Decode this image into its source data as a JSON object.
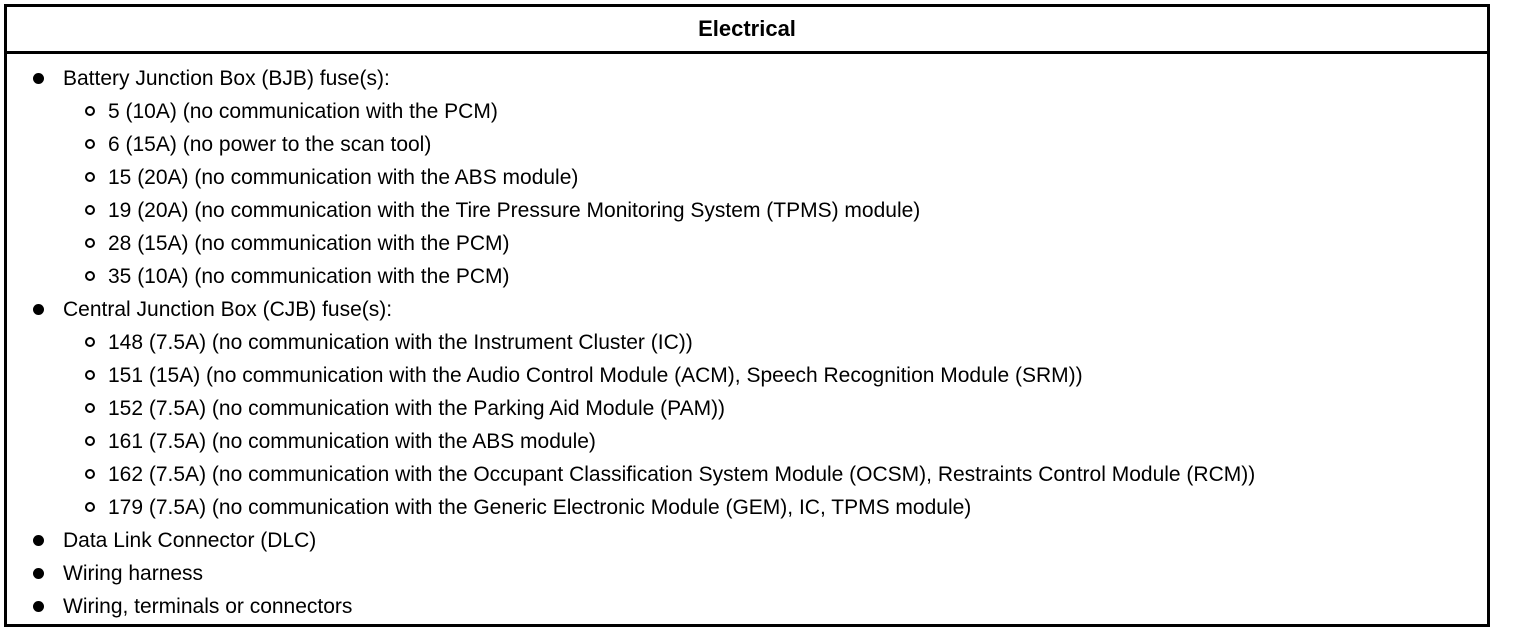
{
  "table": {
    "title": "Electrical",
    "border_color": "#000000",
    "text_color": "#000000",
    "items": [
      {
        "label": "Battery Junction Box (BJB) fuse(s):",
        "children": [
          "5 (10A) (no communication with the PCM)",
          "6 (15A) (no power to the scan tool)",
          "15 (20A) (no communication with the ABS module)",
          "19 (20A) (no communication with the Tire Pressure Monitoring System (TPMS) module)",
          "28 (15A) (no communication with the PCM)",
          "35 (10A) (no communication with the PCM)"
        ]
      },
      {
        "label": "Central Junction Box (CJB) fuse(s):",
        "children": [
          "148 (7.5A) (no communication with the Instrument Cluster (IC))",
          "151 (15A) (no communication with the Audio Control Module (ACM), Speech Recognition Module (SRM))",
          "152 (7.5A) (no communication with the Parking Aid Module (PAM))",
          "161 (7.5A) (no communication with the ABS module)",
          "162 (7.5A) (no communication with the Occupant Classification System Module (OCSM), Restraints Control Module (RCM))",
          "179 (7.5A) (no communication with the Generic Electronic Module (GEM), IC, TPMS module)"
        ]
      },
      {
        "label": "Data Link Connector (DLC)"
      },
      {
        "label": "Wiring harness"
      },
      {
        "label": "Wiring, terminals or connectors"
      }
    ]
  }
}
